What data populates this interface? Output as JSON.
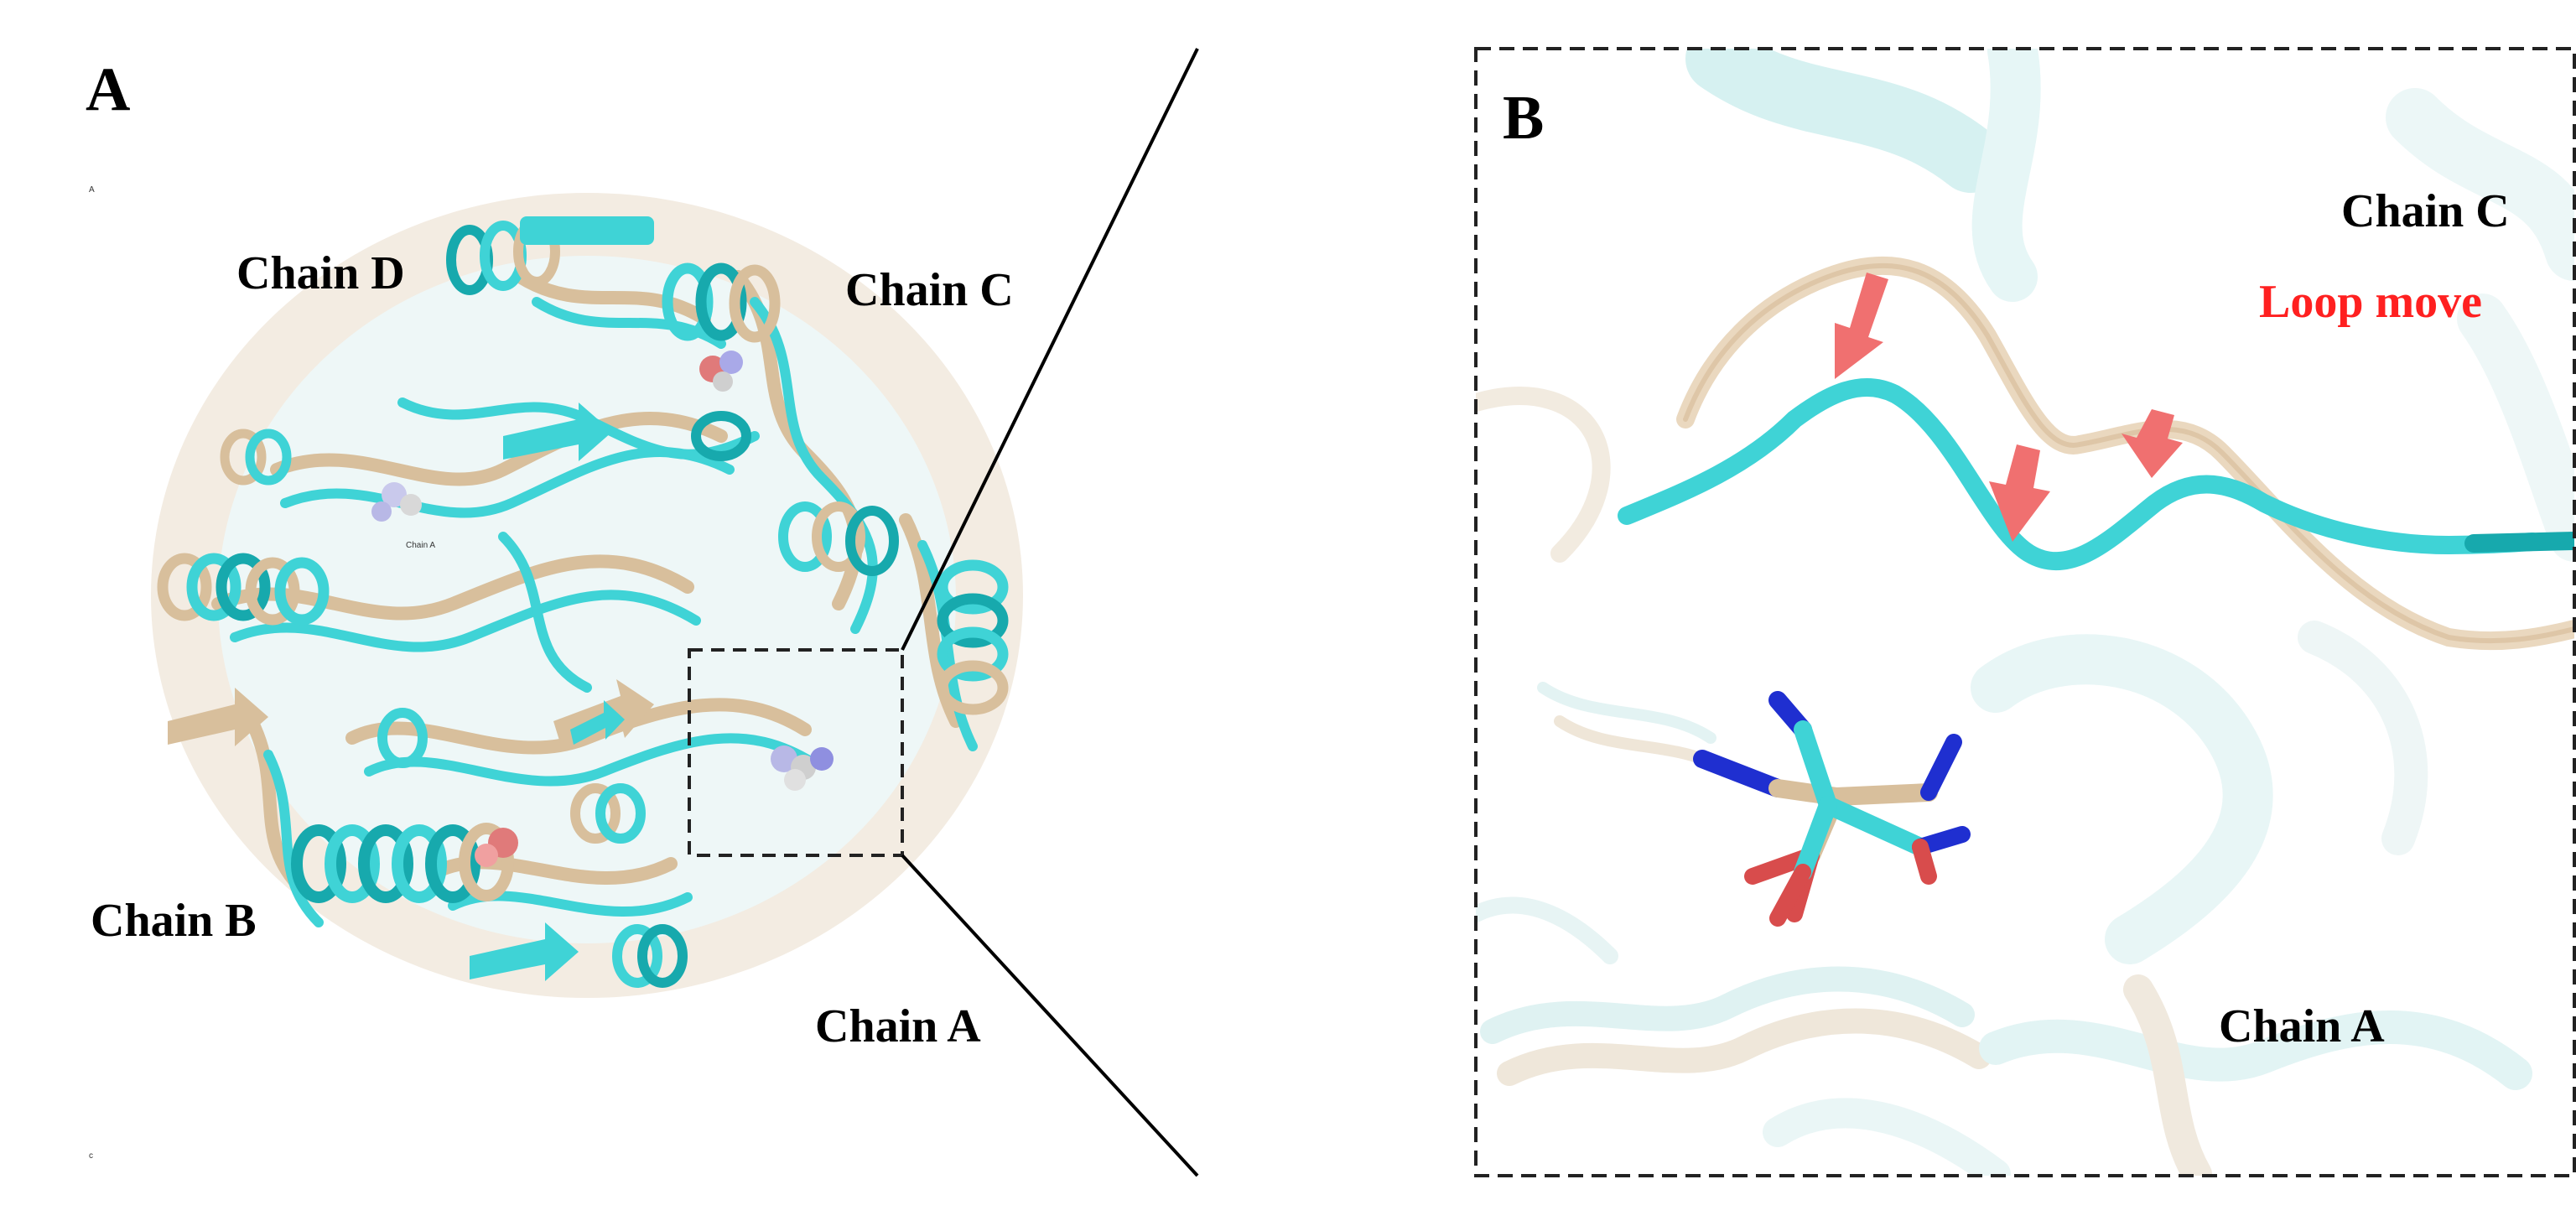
{
  "panel_a": {
    "letter": "A",
    "chain_labels": {
      "chain_d": "Chain D",
      "chain_c": "Chain C",
      "chain_b": "Chain B",
      "chain_a": "Chain A"
    },
    "tiny_marks": {
      "top": "A",
      "inner": "Chain A",
      "bottom": "c"
    }
  },
  "panel_b": {
    "letter": "B",
    "chain_c": "Chain C",
    "loop_move": "Loop move",
    "chain_a": "Chain A"
  },
  "colors": {
    "cyan": "#3fd3d6",
    "cyan_dark": "#17a9ad",
    "wheat": "#d8bf9c",
    "wheat_light": "#ead8bf",
    "arrow": "#f07070",
    "loop_text": "#ff2020",
    "nitrogen": "#1f2fd0",
    "oxygen": "#d84c4c",
    "dashed_box": "#222222"
  }
}
